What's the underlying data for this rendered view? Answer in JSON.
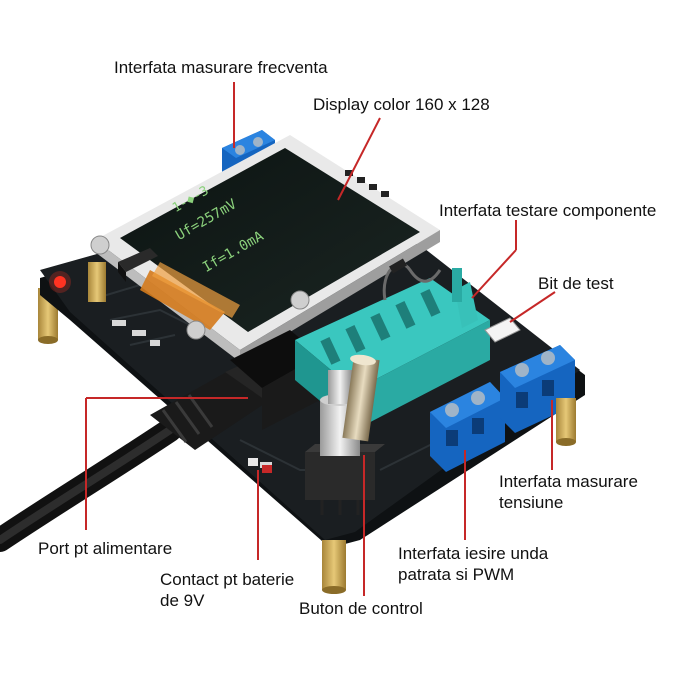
{
  "callouts": {
    "frequency": "Interfata masurare frecventa",
    "display": "Display color 160 x 128",
    "component_test": "Interfata testare componente",
    "test_bit": "Bit de test",
    "voltage_line1": "Interfata masurare",
    "voltage_line2": "tensiune",
    "power_port": "Port pt alimentare",
    "battery_line1": "Contact pt baterie",
    "battery_line2": "de 9V",
    "square_wave_line1": "Interfata iesire unda",
    "square_wave_line2": "patrata si PWM",
    "control_button": "Buton de control"
  },
  "screen": {
    "line1": "1-◆-3",
    "line2": "Uf=257mV",
    "line3": "If=1.0mA"
  },
  "colors": {
    "leader_line": "#c62828",
    "pcb": "#15181a",
    "zif_socket": "#2fb7b0",
    "terminal_block": "#1565c0",
    "screen_text": "#8bd17c"
  }
}
